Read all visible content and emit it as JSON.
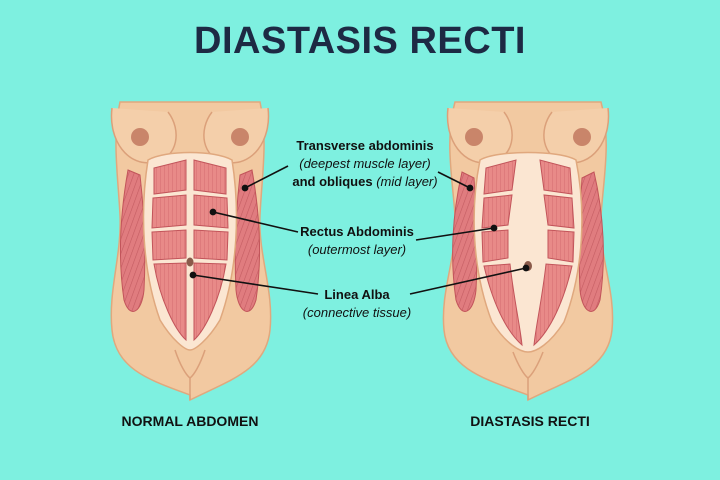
{
  "title": "DIASTASIS RECTI",
  "labels": {
    "transverse": {
      "name": "Transverse abdominis",
      "desc": "(deepest muscle layer)",
      "and": "and obliques",
      "mid": "(mid layer)"
    },
    "rectus": {
      "name": "Rectus Abdominis",
      "desc": "(outermost layer)"
    },
    "linea": {
      "name": "Linea Alba",
      "desc": "(connective tissue)"
    }
  },
  "captions": {
    "left": "NORMAL ABDOMEN",
    "right": "DIASTASIS RECTI"
  },
  "colors": {
    "background": "#7ef0e0",
    "skin": "#f2c9a1",
    "skin_outline": "#e0a87e",
    "muscle": "#e88a88",
    "muscle_dark": "#c2545a",
    "fascia": "#fbe6d2",
    "title": "#1d2a44"
  }
}
